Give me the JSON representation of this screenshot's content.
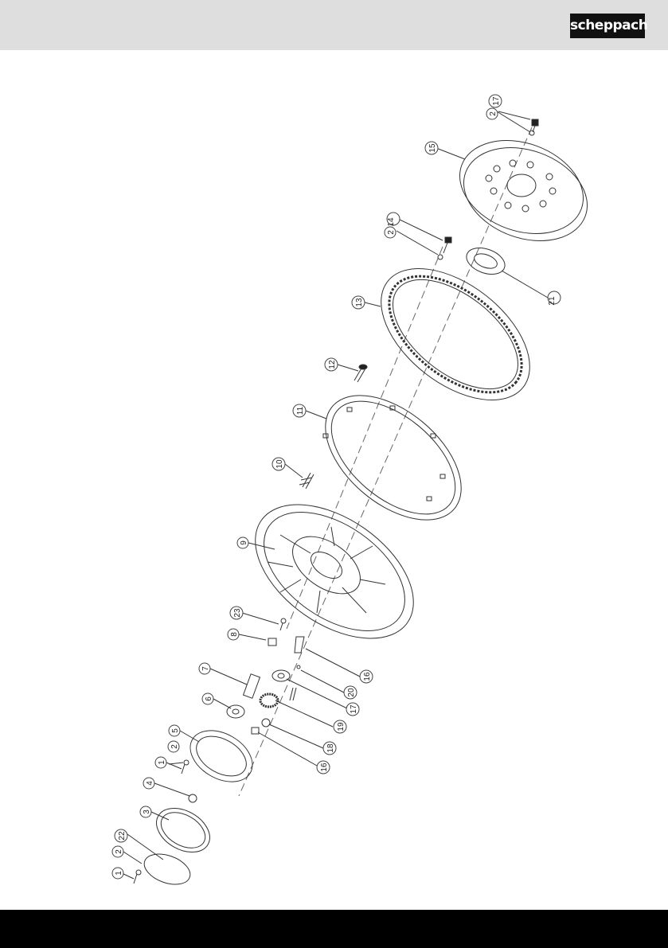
{
  "header": {
    "brand": "scheppach"
  },
  "callouts": [
    "1",
    "2",
    "22",
    "3",
    "4",
    "1",
    "2",
    "5",
    "6",
    "7",
    "8",
    "23",
    "9",
    "10",
    "11",
    "12",
    "13",
    "2",
    "14",
    "15",
    "2",
    "17",
    "21",
    "16",
    "20",
    "17",
    "19",
    "18",
    "16"
  ]
}
